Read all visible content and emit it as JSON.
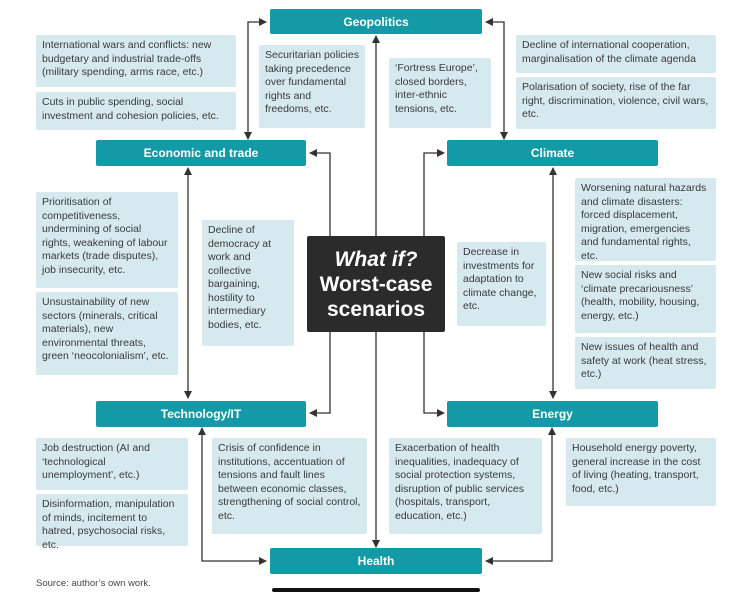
{
  "headers": {
    "geopolitics": "Geopolitics",
    "economic": "Economic and trade",
    "climate": "Climate",
    "technology": "Technology/IT",
    "energy": "Energy",
    "health": "Health"
  },
  "center": {
    "line1": "What if?",
    "line2": "Worst-case",
    "line3": "scenarios"
  },
  "boxes": {
    "wars": "International wars and conflicts: new budgetary and industrial trade-offs (military spending, arms race, etc.)",
    "cuts": "Cuts in public spending, social investment and cohesion policies, etc.",
    "securitarian": "Securitarian policies taking precedence over fundamental rights and freedoms, etc.",
    "fortress": "‘Fortress Europe’, closed borders, inter-ethnic tensions, etc.",
    "decline_coop": "Decline of international cooperation, marginalisation of the climate agenda",
    "polarisation": "Polarisation of society, rise of the far right, discrimination, violence, civil wars, etc.",
    "competitiveness": "Prioritisation of competitiveness, undermining of social rights, weakening of labour markets (trade disputes), job insecurity, etc.",
    "unsustainability": "Unsustainability of new sectors (minerals, critical materials), new environmental threats, green ‘neocolonialism’, etc.",
    "democracy": "Decline of democracy at work and collective bargaining, hostility to intermediary bodies, etc.",
    "investments": "Decrease in investments for adaptation to climate change, etc.",
    "hazards": "Worsening natural hazards and climate disasters: forced displacement, migration, emergencies and fundamental rights, etc.",
    "social_risks": "New social risks and ‘climate precariousness’ (health, mobility, housing, energy, etc.)",
    "heat": "New issues of health and safety at work (heat stress, etc.)",
    "job_destruction": "Job destruction (AI and ‘technological unemployment’, etc.)",
    "disinformation": "Disinformation, manipulation of minds, incitement to hatred, psychosocial risks, etc.",
    "confidence": "Crisis of confidence in institutions, accentuation of tensions and fault lines between economic classes, strengthening of social control, etc.",
    "exacerbation": "Exacerbation of health inequalities, inadequacy of social protection systems, disruption of public services (hospitals, transport, education, etc.)",
    "energy_poverty": "Household energy poverty, general increase in the cost of living (heating, transport, food, etc.)"
  },
  "source": "Source: author’s own work.",
  "colors": {
    "header": "#149aa6",
    "box": "#d6e9ee",
    "center": "#2b2b2b",
    "arrow": "#333333"
  }
}
